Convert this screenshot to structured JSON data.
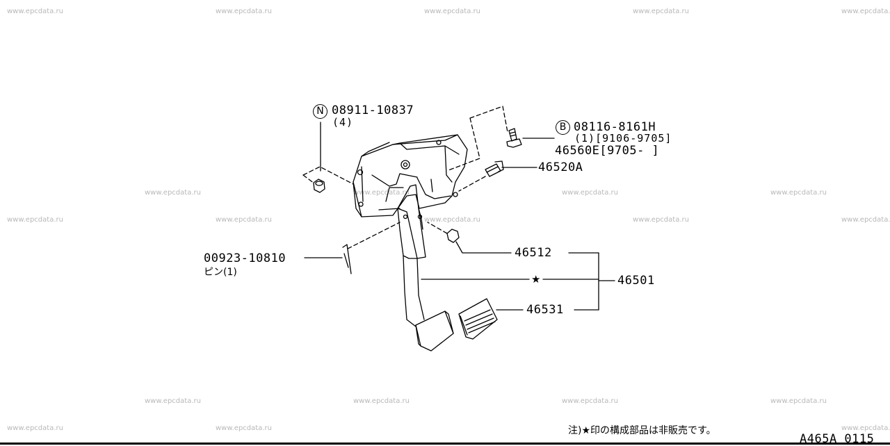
{
  "watermark": "www.epcdata.ru",
  "callouts": {
    "nut": {
      "badge": "N",
      "part": "08911-10837",
      "qty": "(4)"
    },
    "bolt": {
      "badge": "B",
      "part": "08116-8161H",
      "qty_range": "(1)[9106-9705]",
      "alt": "46560E[9705-     ]"
    },
    "bolt2": {
      "part": "46520A"
    },
    "stopper": {
      "part": "46512"
    },
    "pedal_assy": {
      "part": "46501",
      "marker": "★"
    },
    "pad": {
      "part": "46531"
    },
    "pin": {
      "part": "00923-10810",
      "desc": "ピン(1)"
    }
  },
  "footer": {
    "note": "注)★印の構成部品は非販売です。",
    "diagram_code": "A465A 0115"
  }
}
